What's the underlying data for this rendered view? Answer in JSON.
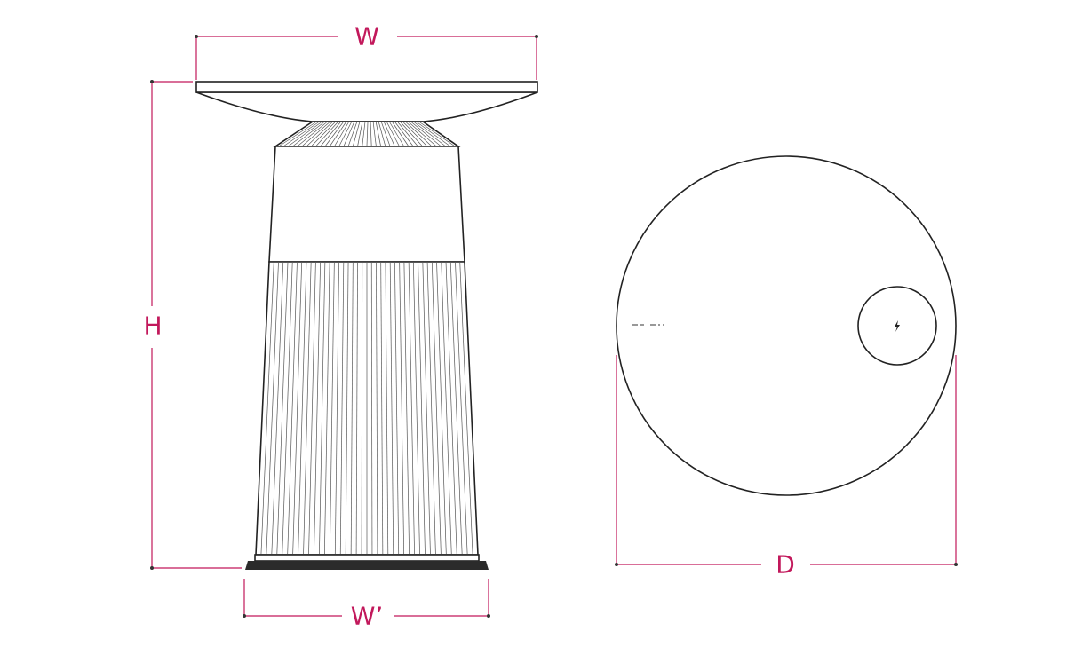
{
  "labels": {
    "width": "W",
    "height": "H",
    "base_width": "W’",
    "diameter": "D"
  },
  "icons": {
    "charging": "lightning-bolt-icon"
  },
  "colors": {
    "dimension": "#c2185b",
    "outline": "#222222",
    "base": "#2b2b2b"
  }
}
